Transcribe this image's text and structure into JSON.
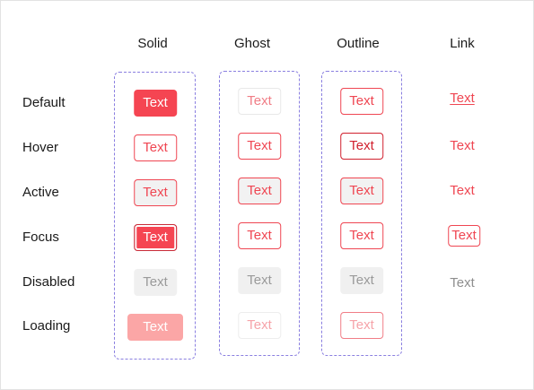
{
  "columns": [
    {
      "key": "solid",
      "label": "Solid"
    },
    {
      "key": "ghost",
      "label": "Ghost"
    },
    {
      "key": "outline",
      "label": "Outline"
    },
    {
      "key": "link",
      "label": "Link"
    }
  ],
  "rows": [
    {
      "key": "default",
      "label": "Default"
    },
    {
      "key": "hover",
      "label": "Hover"
    },
    {
      "key": "active",
      "label": "Active"
    },
    {
      "key": "focus",
      "label": "Focus"
    },
    {
      "key": "disabled",
      "label": "Disabled"
    },
    {
      "key": "loading",
      "label": "Loading"
    }
  ],
  "button_text": "Text",
  "colors": {
    "accent": "#f54552",
    "accent_border": "#ef4652",
    "loading_fill": "#fba6a6",
    "disabled_fill": "#f0f0f0",
    "disabled_text": "#9a9a9a",
    "group_border": "#8a7fe0"
  }
}
